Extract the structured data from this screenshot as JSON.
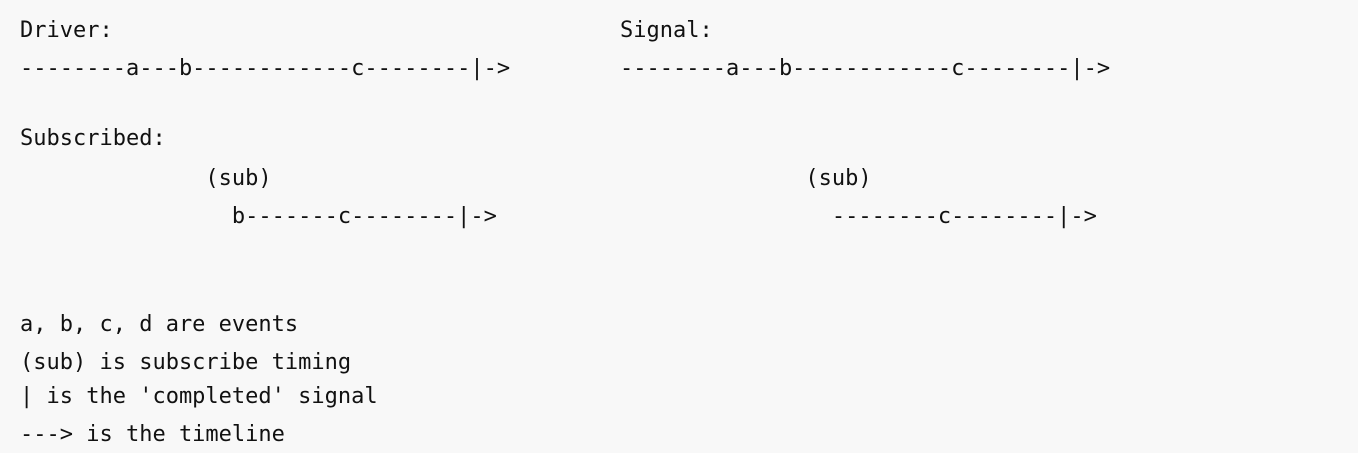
{
  "left": {
    "heading": "Driver:",
    "timeline": "--------a---b------------c--------|->",
    "subscribed_heading": "Subscribed:",
    "sub_marker": "              (sub)",
    "sub_timeline": "                b-------c--------|->"
  },
  "right": {
    "heading": "Signal:",
    "timeline": "--------a---b------------c--------|->",
    "sub_marker": "              (sub)",
    "sub_timeline": "                --------c--------|->"
  },
  "legend": {
    "events": "a, b, c, d are events",
    "subscribe": "(sub) is subscribe timing",
    "completed": "| is the 'completed' signal",
    "timeline": "---> is the timeline"
  }
}
